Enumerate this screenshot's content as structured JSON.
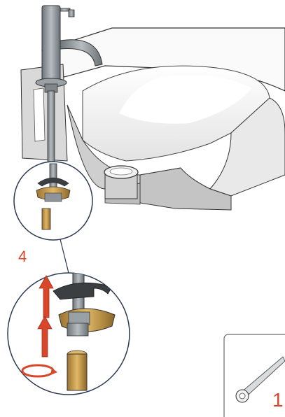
{
  "diagram": {
    "steps": [
      {
        "id": "step-4",
        "number": "4"
      },
      {
        "id": "step-1",
        "number": "1"
      }
    ],
    "colors": {
      "accent_arrow": "#d9472b",
      "brass_part": "#c79a4a",
      "faucet_metal": "#8d9499",
      "basin_white": "#f4f4f4",
      "outline": "#333333"
    },
    "icons": [
      "faucet",
      "washbasin",
      "drain-plug",
      "up-arrow",
      "rotation-arrow",
      "wrench",
      "threaded-rod",
      "brass-nut"
    ]
  }
}
